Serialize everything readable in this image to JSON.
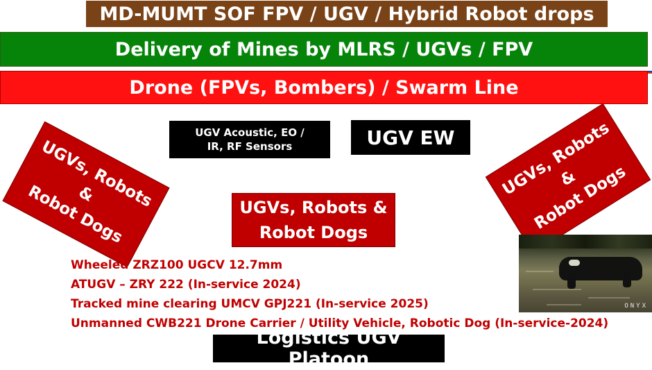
{
  "banners": {
    "top": "MD-MUMT SOF FPV / UGV / Hybrid Robot drops",
    "mines": "Delivery of Mines by MLRS / UGVs / FPV",
    "drone": "Drone (FPVs, Bombers) / Swarm Line"
  },
  "sensors": {
    "line1": "UGV Acoustic, EO /",
    "line2": "IR, RF Sensors"
  },
  "ugv_ew": "UGV EW",
  "robot_boxes": {
    "left": [
      "UGVs, Robots &",
      "Robot Dogs"
    ],
    "center": [
      "UGVs, Robots &",
      "Robot Dogs"
    ],
    "right": [
      "UGVs, Robots &",
      "Robot Dogs"
    ]
  },
  "list_items": [
    "Wheeled ZRZ100 UGCV 12.7mm",
    "ATUGV – ZRY 222 (In-service 2024)",
    "Tracked mine clearing UMCV GPJ221 (In-service 2025)",
    "Unmanned CWB221 Drone Carrier / Utility Vehicle, Robotic Dog (In-service-2024)"
  ],
  "photo": {
    "watermark": "ONYX"
  },
  "logistics": "Logistics UGV Platoon",
  "colors": {
    "brown_banner": "#7a4217",
    "green_banner": "#06840a",
    "red_banner": "#ff1111",
    "dark_red": "#c00000",
    "black": "#000000"
  }
}
